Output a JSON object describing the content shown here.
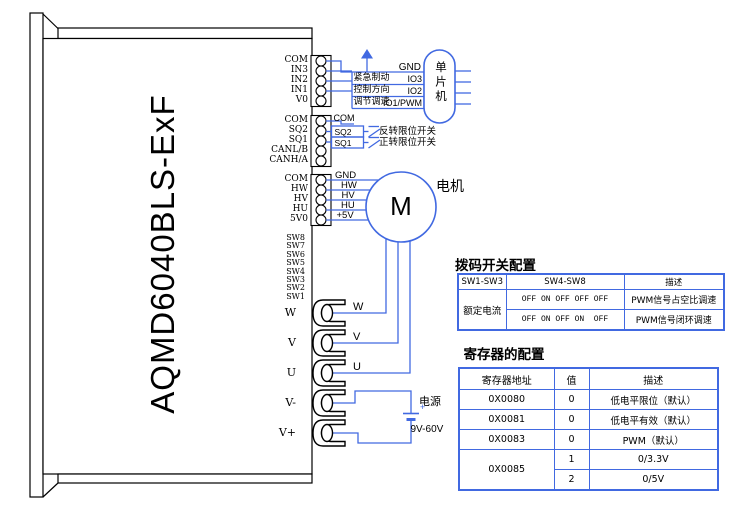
{
  "device_title": "AQMD6040BLS-ExF",
  "colors": {
    "wire": "#4169e1",
    "outline": "#000000",
    "table_border": "#4169e1"
  },
  "pins": {
    "g1": [
      "COM",
      "IN3",
      "IN2",
      "IN1",
      "V0"
    ],
    "g2": [
      "COM",
      "SQ2",
      "SQ1",
      "CANL/B",
      "CANH/A"
    ],
    "g3": [
      "COM",
      "HW",
      "HV",
      "HU",
      "5V0"
    ],
    "dip": [
      "SW8",
      "SW7",
      "SW6",
      "SW5",
      "SW4",
      "SW3",
      "SW2",
      "SW1"
    ],
    "power": [
      "W",
      "V",
      "U",
      "V-",
      "V+"
    ]
  },
  "mcu": {
    "label": "单片机",
    "gnd": "GND",
    "signals": [
      {
        "name": "紧急制动",
        "io": "IO3"
      },
      {
        "name": "控制方向",
        "io": "IO2"
      },
      {
        "name": "调节调速",
        "io": "IO1/PWM"
      }
    ]
  },
  "limit": {
    "com": "COM",
    "items": [
      {
        "tag": "SQ2",
        "desc": "反转限位开关"
      },
      {
        "tag": "SQ1",
        "desc": "正转限位开关"
      }
    ]
  },
  "hall": [
    "GND",
    "HW",
    "HV",
    "HU",
    "+5V"
  ],
  "motor": {
    "label": "电机",
    "symbol": "M"
  },
  "phases": [
    "W",
    "V",
    "U"
  ],
  "power_supply": {
    "label": "电源",
    "range": "9V-60V",
    "plus": "+"
  },
  "dip_table": {
    "title": "拨码开关配置",
    "headers": [
      "SW1-SW3",
      "SW4-SW8",
      "描述"
    ],
    "group_label": "额定电流",
    "rows": [
      {
        "sw": "OFF ON OFF OFF OFF",
        "desc": "PWM信号占空比调速"
      },
      {
        "sw": "OFF ON OFF ON  OFF",
        "desc": "PWM信号闭环调速"
      }
    ]
  },
  "reg_table": {
    "title": "寄存器的配置",
    "headers": [
      "寄存器地址",
      "值",
      "描述"
    ],
    "rows": [
      {
        "addr": "0X0080",
        "val": "0",
        "desc": "低电平限位（默认）"
      },
      {
        "addr": "0X0081",
        "val": "0",
        "desc": "低电平有效（默认）"
      },
      {
        "addr": "0X0083",
        "val": "0",
        "desc": "PWM（默认）"
      },
      {
        "addr": "0X0085",
        "val": "1",
        "desc": "0/3.3V"
      },
      {
        "val": "2",
        "desc": "0/5V"
      }
    ]
  }
}
